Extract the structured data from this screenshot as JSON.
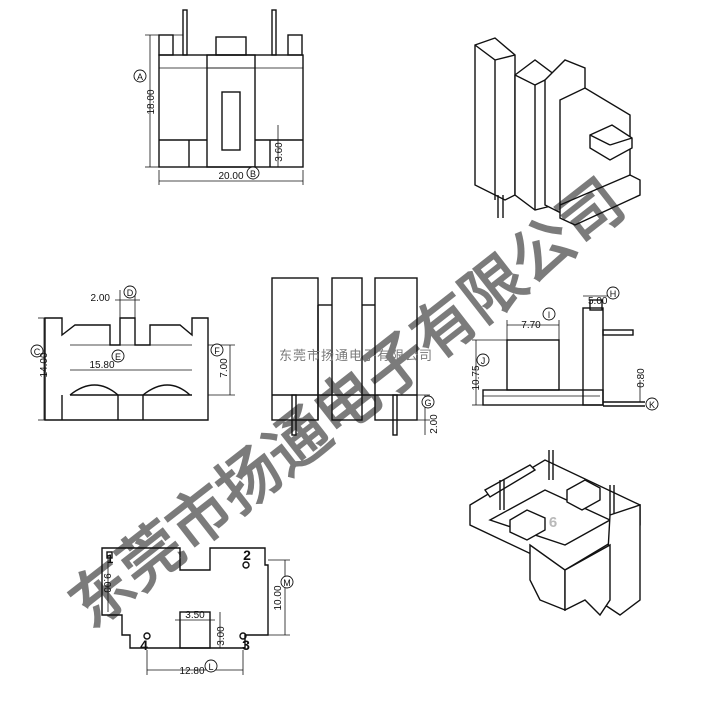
{
  "watermark": {
    "big": "东莞市扬通电子有限公司",
    "small": "东莞市扬通电子有限公司"
  },
  "view1": {
    "height": "18.00",
    "width": "20.00",
    "notch": "3.60",
    "tag_a": "A",
    "tag_b": "B"
  },
  "view3": {
    "top_gap": "2.00",
    "height": "14.00",
    "inner_w": "15.80",
    "inner_h": "7.00",
    "tag_c": "C",
    "tag_d": "D",
    "tag_e": "E",
    "tag_f": "F"
  },
  "view4": {
    "pin_len": "2.00",
    "tag_g": "G"
  },
  "view5": {
    "top": "5.00",
    "width": "7.70",
    "height": "10.75",
    "pin": "0.80",
    "tag_h": "H",
    "tag_i": "I",
    "tag_j": "J",
    "tag_k": "K"
  },
  "view6": {
    "left_h": "9.00",
    "slot_w": "3.50",
    "slot_h": "3.00",
    "right_h": "10.00",
    "span": "12.80",
    "pin1": "1",
    "pin2": "2",
    "pin3": "3",
    "pin4": "4",
    "tag_l": "L",
    "tag_m": "M"
  },
  "page_number": "6"
}
